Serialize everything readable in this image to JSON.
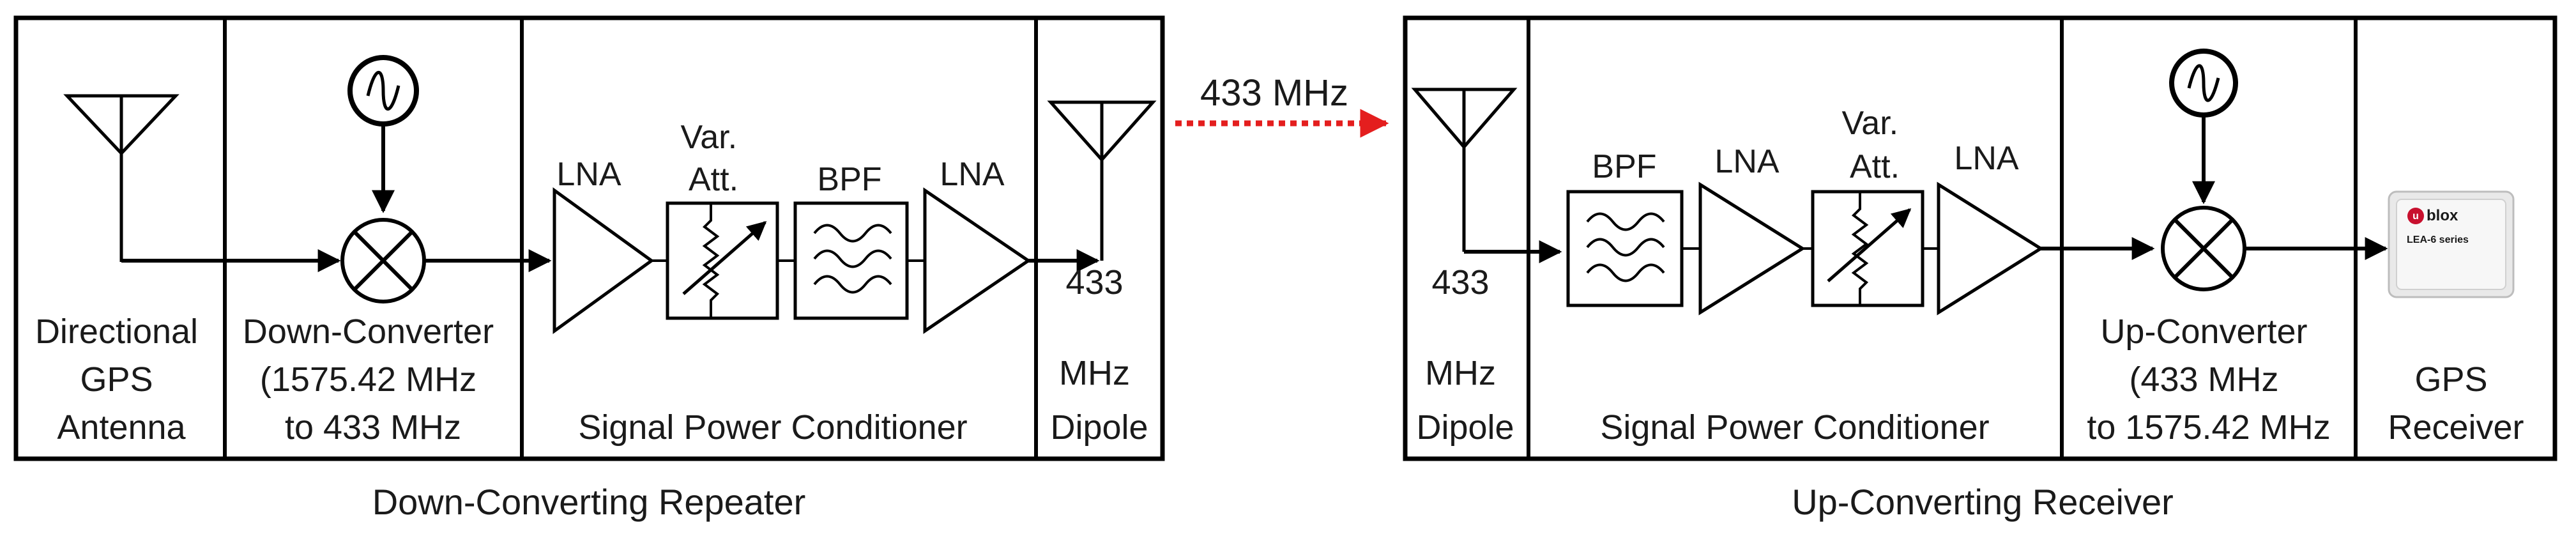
{
  "link_label": "433 MHz",
  "colors": {
    "line": "#000000",
    "link_arrow": "#e41e1e",
    "text": "#1a1a1a",
    "chip_red": "#c8102e"
  },
  "repeater": {
    "caption": "Down-Converting Repeater",
    "antenna": [
      "Directional",
      "GPS",
      "Antenna"
    ],
    "down_converter": [
      "Down-Converter",
      "(1575.42 MHz",
      "to 433 MHz"
    ],
    "conditioner": "Signal Power Conditioner",
    "dipole": [
      "433",
      "MHz",
      "Dipole"
    ],
    "lna1": "LNA",
    "var_att": [
      "Var.",
      "Att."
    ],
    "bpf": "BPF",
    "lna2": "LNA"
  },
  "receiver": {
    "caption": "Up-Converting Receiver",
    "dipole": [
      "433",
      "MHz",
      "Dipole"
    ],
    "conditioner": "Signal Power Conditioner",
    "bpf": "BPF",
    "lna1": "LNA",
    "var_att": [
      "Var.",
      "Att."
    ],
    "lna2": "LNA",
    "up_converter": [
      "Up-Converter",
      "(433 MHz",
      "to 1575.42 MHz"
    ],
    "gps": [
      "GPS",
      "Receiver"
    ],
    "module_brand": "blox",
    "module_text": "LEA-6 series"
  }
}
